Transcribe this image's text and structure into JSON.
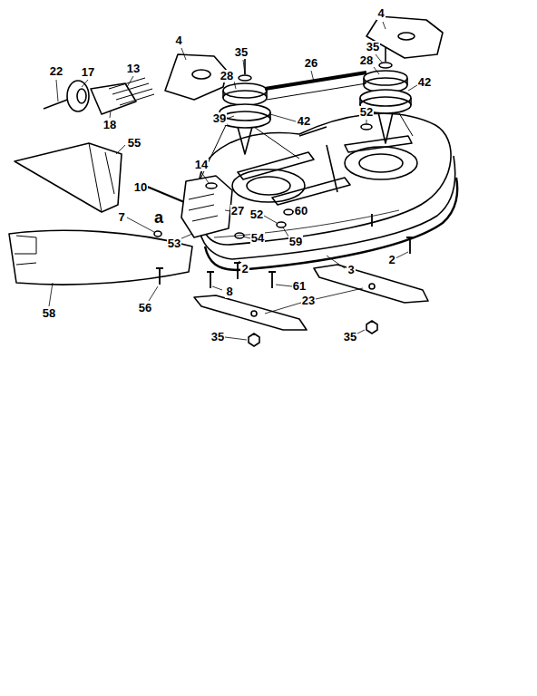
{
  "diagram": {
    "labels": [
      "4",
      "4",
      "35",
      "35",
      "26",
      "28",
      "28",
      "42",
      "42",
      "22",
      "17",
      "13",
      "18",
      "39",
      "52",
      "55",
      "14",
      "10",
      "27",
      "52",
      "60",
      "7",
      "a",
      "53",
      "54",
      "59",
      "2",
      "3",
      "2",
      "8",
      "61",
      "23",
      "58",
      "56",
      "35",
      "35"
    ]
  }
}
